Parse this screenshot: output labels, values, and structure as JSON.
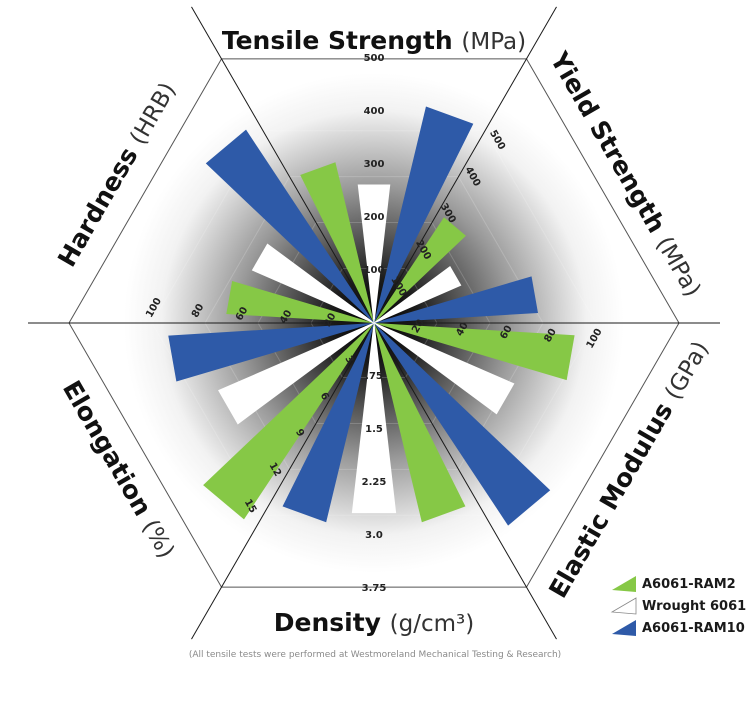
{
  "chart_data": {
    "type": "radial-bar",
    "axes": [
      {
        "key": "tensile",
        "name": "Tensile Strength",
        "unit": "(MPa)",
        "max": 500,
        "ticks": [
          {
            "v": 100,
            "label": "100"
          },
          {
            "v": 200,
            "label": "200"
          },
          {
            "v": 300,
            "label": "300"
          },
          {
            "v": 400,
            "label": "400"
          },
          {
            "v": 500,
            "label": "500"
          }
        ]
      },
      {
        "key": "yield",
        "name": "Yield Strength",
        "unit": "(MPa)",
        "max": 600,
        "ticks": [
          {
            "v": 100,
            "label": "100"
          },
          {
            "v": 200,
            "label": "200"
          },
          {
            "v": 300,
            "label": "300"
          },
          {
            "v": 400,
            "label": "400"
          },
          {
            "v": 500,
            "label": "500"
          }
        ]
      },
      {
        "key": "modulus",
        "name": "Elastic Modulus",
        "unit": "(GPa)",
        "max": 120,
        "ticks": [
          {
            "v": 20,
            "label": "20"
          },
          {
            "v": 40,
            "label": "40"
          },
          {
            "v": 60,
            "label": "60"
          },
          {
            "v": 80,
            "label": "80"
          },
          {
            "v": 100,
            "label": "100"
          }
        ]
      },
      {
        "key": "density",
        "name": "Density",
        "unit": "(g/cm³)",
        "max": 3.75,
        "ticks": [
          {
            "v": 0.75,
            "label": ".75"
          },
          {
            "v": 1.5,
            "label": "1.5"
          },
          {
            "v": 2.25,
            "label": "2.25"
          },
          {
            "v": 3.0,
            "label": "3.0"
          },
          {
            "v": 3.75,
            "label": "3.75"
          }
        ]
      },
      {
        "key": "elongation",
        "name": "Elongation",
        "unit": "(%)",
        "max": 18,
        "ticks": [
          {
            "v": 3,
            "label": "3"
          },
          {
            "v": 6,
            "label": "6"
          },
          {
            "v": 9,
            "label": "9"
          },
          {
            "v": 12,
            "label": "12"
          },
          {
            "v": 15,
            "label": "15"
          }
        ]
      },
      {
        "key": "hardness",
        "name": "Hardness",
        "unit": "(HRB)",
        "max": 120,
        "ticks": [
          {
            "v": 20,
            "label": "20"
          },
          {
            "v": 40,
            "label": "40"
          },
          {
            "v": 60,
            "label": "60"
          },
          {
            "v": 80,
            "label": "80"
          },
          {
            "v": 100,
            "label": "100"
          }
        ]
      }
    ],
    "series": [
      {
        "name": "A6061-RAM2",
        "color": "#86c846",
        "values": {
          "tensile": 312,
          "yield": 287,
          "modulus": 91,
          "density": 2.9,
          "elongation": 16,
          "hardness": 67
        }
      },
      {
        "name": "Wrought 6061",
        "color": "#ffffff",
        "values": {
          "tensile": 262,
          "yield": 214,
          "modulus": 69,
          "density": 2.7,
          "elongation": 11.5,
          "hardness": 60
        }
      },
      {
        "name": "A6061-RAM10",
        "color": "#2e5aa8",
        "values": {
          "tensile": 420,
          "yield": 372,
          "modulus": 110,
          "density": 2.9,
          "elongation": 14,
          "hardness": 105
        }
      }
    ],
    "legend": "bottom-right"
  },
  "footnote": "(All tensile tests were performed at Westmoreland Mechanical Testing & Research)"
}
